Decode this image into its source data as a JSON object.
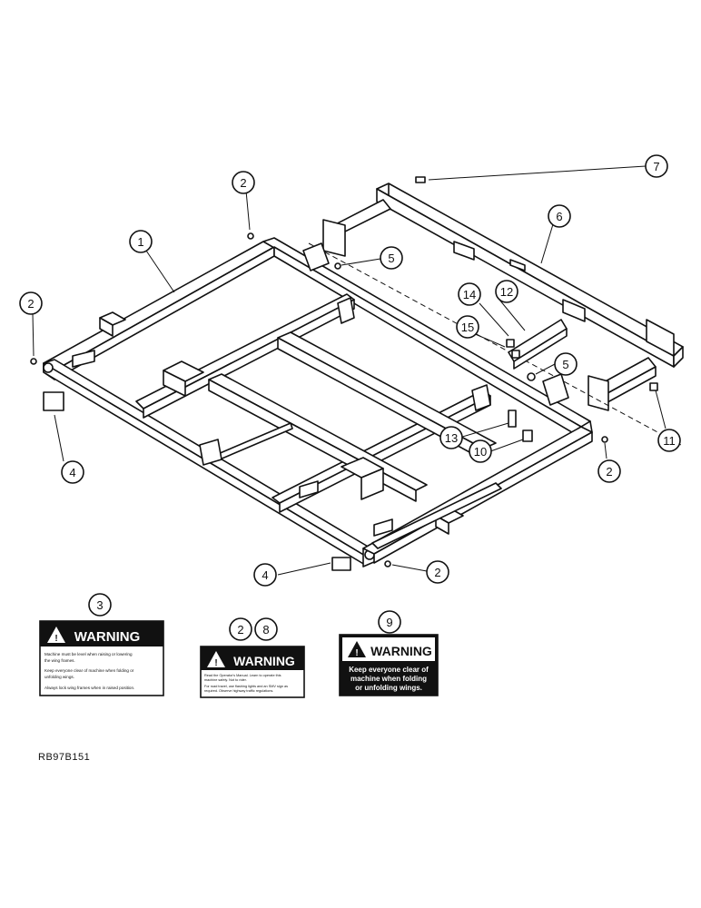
{
  "figure_id": "RB97B151",
  "callouts": [
    "1",
    "2",
    "2",
    "2",
    "2",
    "4",
    "4",
    "5",
    "5",
    "6",
    "7",
    "10",
    "11",
    "12",
    "13",
    "14",
    "15",
    "3",
    "2",
    "8",
    "9"
  ],
  "decals": [
    {
      "heading": "WARNING",
      "lines": [
        "Machine must be level when raising or lowering",
        "the wing frames.",
        "Keep everyone clear of machine when folding or",
        "unfolding wings.",
        "Always lock wing frames when in raised position."
      ]
    },
    {
      "heading": "WARNING",
      "lines": [
        "Read the Operator's Manual. Learn to operate this",
        "machine safely. Not to rider.",
        "For road travel, use flashing lights and an SMV sign as",
        "required. Observe highway traffic regulations."
      ]
    },
    {
      "heading": "WARNING",
      "lines": [
        "Keep everyone clear of",
        "machine when folding",
        "or unfolding wings."
      ]
    }
  ]
}
